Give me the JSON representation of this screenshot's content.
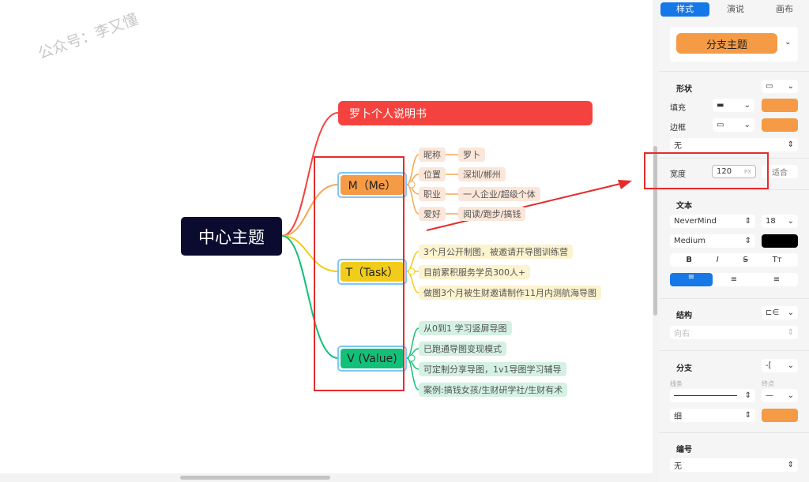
{
  "watermark": "公众号：李又懂",
  "mindmap": {
    "center": "中心主题",
    "title_branch": "罗卜个人说明书",
    "branches": [
      {
        "label": "M（Me）",
        "color": "#f59a45",
        "children": [
          {
            "k": "昵称",
            "v": "罗卜"
          },
          {
            "k": "位置",
            "v": "深圳/郴州"
          },
          {
            "k": "职业",
            "v": "一人企业/超级个体"
          },
          {
            "k": "爱好",
            "v": "阅读/跑步/搞钱"
          }
        ]
      },
      {
        "label": "T（Task）",
        "color": "#f1cc1a",
        "children": [
          "3个月公开制图，被邀请开导图训练营",
          "目前累积服务学员300人+",
          "做图3个月被生财邀请制作11月内测航海导图"
        ]
      },
      {
        "label": "V (Value)",
        "color": "#13c07a",
        "children": [
          "从0到1 学习竖屏导图",
          "已跑通导图变现模式",
          "可定制分享导图，1v1导图学习辅导",
          "案例:搞钱女孩/生财研学社/生财有术"
        ]
      }
    ]
  },
  "panel": {
    "tabs": [
      "样式",
      "演说",
      "画布"
    ],
    "style_name": "分支主题",
    "shape": {
      "title": "形状",
      "fill_label": "填充",
      "border_label": "边框",
      "border_style": "无",
      "fill_color": "#f59a45",
      "border_color": "#f59a45"
    },
    "width": {
      "label": "宽度",
      "value": "120",
      "unit": "PX",
      "fit": "适合"
    },
    "text": {
      "title": "文本",
      "font": "NeverMind",
      "size": "18",
      "weight": "Medium",
      "color": "#000000",
      "bold": "B",
      "italic": "I",
      "strike": "S",
      "case": "Tт"
    },
    "structure": {
      "title": "结构",
      "direction": "向右"
    },
    "branch": {
      "title": "分支",
      "line_label": "线条",
      "end_label": "终点",
      "thickness": "细",
      "color": "#f59a45"
    },
    "numbering": {
      "title": "编号",
      "value": "无"
    }
  }
}
